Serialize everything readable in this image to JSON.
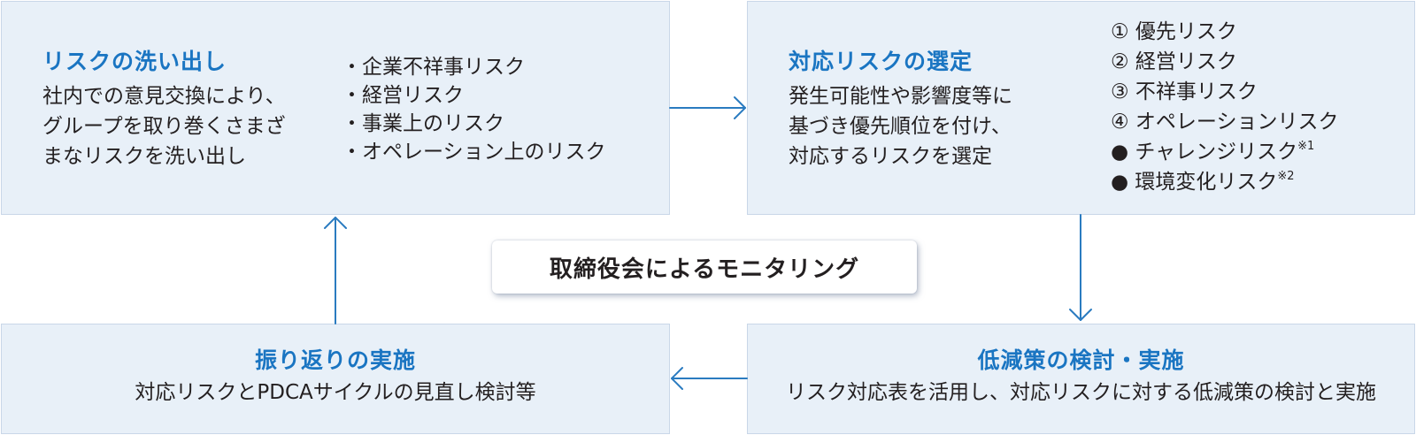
{
  "top_left": {
    "title": "リスクの洗い出し",
    "description": [
      "社内での意見交換により、",
      "グループを取り巻くさまざ",
      "まなリスクを洗い出し"
    ],
    "items": [
      "・企業不祥事リスク",
      "・経営リスク",
      "・事業上のリスク",
      "・オペレーション上のリスク"
    ]
  },
  "top_right": {
    "title": "対応リスクの選定",
    "description": [
      "発生可能性や影響度等に",
      "基づき優先順位を付け、",
      "対応するリスクを選定"
    ],
    "items": [
      {
        "label": "① 優先リスク",
        "note": ""
      },
      {
        "label": "② 経営リスク",
        "note": ""
      },
      {
        "label": "③ 不祥事リスク",
        "note": ""
      },
      {
        "label": "④ オペレーションリスク",
        "note": ""
      },
      {
        "label": "● チャレンジリスク",
        "note": "※1"
      },
      {
        "label": "● 環境変化リスク",
        "note": "※2"
      }
    ]
  },
  "bottom_right": {
    "title": "低減策の検討・実施",
    "description": "リスク対応表を活用し、対応リスクに対する低減策の検討と実施"
  },
  "bottom_left": {
    "title": "振り返りの実施",
    "description": "対応リスクとPDCAサイクルの見直し検討等"
  },
  "center": {
    "label": "取締役会によるモニタリング"
  },
  "colors": {
    "box_fill": "#e8f0f8",
    "box_border": "#c9d7e8",
    "title": "#1a75c2",
    "arrow": "#2a7bc0",
    "text": "#231f20"
  }
}
